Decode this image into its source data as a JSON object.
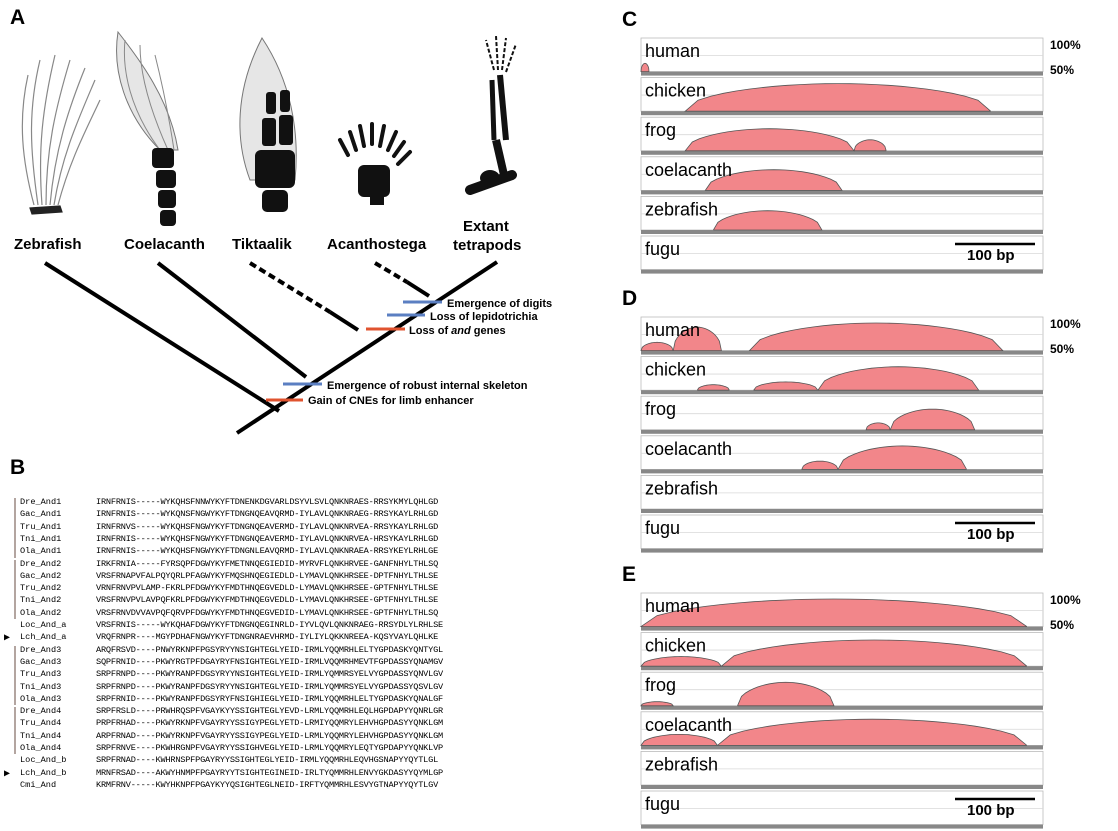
{
  "panels": {
    "A": "A",
    "B": "B",
    "C": "C",
    "D": "D",
    "E": "E"
  },
  "taxa": {
    "zebrafish": "Zebrafish",
    "coelacanth": "Coelacanth",
    "tiktaalik": "Tiktaalik",
    "acanthostega": "Acanthostega",
    "extant1": "Extant",
    "extant2": "tetrapods"
  },
  "events": {
    "digits": "Emergence of digits",
    "lepido": "Loss of lepidotrichia",
    "and_pre": "Loss of ",
    "and_it": "and",
    "and_post": " genes",
    "skeleton": "Emergence of robust internal skeleton",
    "cne": "Gain of CNEs for limb enhancer"
  },
  "colors": {
    "blue": "#5b7fc2",
    "red": "#e0532f",
    "pink": "#f2868a",
    "track": "#888888",
    "shade": "#555555"
  },
  "vista": {
    "pct100": "100%",
    "pct50": "50%",
    "scale": "100 bp",
    "species": [
      "human",
      "chicken",
      "frog",
      "coelacanth",
      "zebrafish",
      "fugu"
    ]
  },
  "alignment": [
    {
      "name": "Dre_And1",
      "seq": "IRNFRNIS-----WYKQHSFNNWYKYFTDNENKDGVARLDSYVLSVLQNKNRAES-RRSYKMYLQHLGD",
      "group": 1
    },
    {
      "name": "Gac_And1",
      "seq": "IRNFRNIS-----WYKQNSFNGWYKYFTDNGNQEAVQRMD-IYLAVLQNKNRAEG-RRSYKAYLRHLGD",
      "group": 1
    },
    {
      "name": "Tru_And1",
      "seq": "IRNFRNVS-----WYKQHSFNGWYKYFTDNGNQEAVERMD-IYLAVLQNKNRVEA-RRSYKAYLRHLGD",
      "group": 1
    },
    {
      "name": "Tni_And1",
      "seq": "IRNFRNIS-----WYKQHSFNGWYKYFTDNGNQEAVERMD-IYLAVLQNKNRVEA-HRSYKAYLRHLGD",
      "group": 1
    },
    {
      "name": "Ola_And1",
      "seq": "IRNFRNIS-----WYKQHSFNGWYKYFTDNGNLEAVQRMD-IYLAVLQNKNRAEA-RRSYKEYLRHLGE",
      "group": 1
    },
    {
      "name": "Dre_And2",
      "seq": "IRKFRNIA-----FYRSQPFDGWYKYFMETNNQEGIEDID-MYRVFLQNKHRVEE-GANFNHYLTHLSQ",
      "group": 2
    },
    {
      "name": "Gac_And2",
      "seq": "VRSFRNAPVFALPQYQRLPFAGWYKYFMQSHNQEGIEDLD-LYMAVLQNKHRSEE-DPTFNHYLTHLSE",
      "group": 2
    },
    {
      "name": "Tru_And2",
      "seq": "VRNFRNVPVLAMP-FKRLPFDGWYKYFMDTHNQEGVEDLD-LYMAVLQNKHRSEE-GPTFNHYLTHLSE",
      "group": 2
    },
    {
      "name": "Tni_And2",
      "seq": "VRSFRNVPVLAVPQFKRLPFDGWYKYFMDTHNQEGVEDLD-LYMAVLQNKHRSEE-GPTFNHYLTHLSE",
      "group": 2
    },
    {
      "name": "Ola_And2",
      "seq": "VRSFRNVDVVAVPQFQRVPFDGWYKYFMDTHNQEGVEDID-LYMAVLQNKHRSEE-GPTFNHYLTHLSQ",
      "group": 2
    },
    {
      "name": "Loc_And_a",
      "seq": "VRSFRNIS-----WYKQHAFDGWYKYFTDNGNQEGINRLD-IYVLQVLQNKNRAEG-RRSYDLYLRHLSE",
      "group": 0
    },
    {
      "name": "Lch_And_a",
      "seq": "VRQFRNPR----MGYPDHAFNGWYKYFTDNGNRAEVHRMD-IYLIYLQKKNREEA-KQSYVAYLQHLKE",
      "group": 0,
      "arrow": true
    },
    {
      "name": "Dre_And3",
      "seq": "ARQFRSVD----PNWYRKNPFPGSYRYYNSIGHTEGLYEID-IRMLYQQMRHLELTYGPDASKYQNTYGL",
      "group": 3
    },
    {
      "name": "Gac_And3",
      "seq": "SQPFRNID----PKWYRGTPFDGAYRYFNSIGHTEGLYEID-IRMLVQQMRHMEVTFGPDASSYQNAMGV",
      "group": 3
    },
    {
      "name": "Tru_And3",
      "seq": "SRPFRNPD----PKWYRANPFDGSYRYYNSIGHTEGLYEID-IRMLYQMMRSYELVYGPDASSYQNVLGV",
      "group": 3
    },
    {
      "name": "Tni_And3",
      "seq": "SRPFRNPD----PKWYRANPFDGSYRYYNSIGHTEGLYEID-IRMLYQMMRSYELVYGPDASSYQSVLGV",
      "group": 3
    },
    {
      "name": "Ola_And3",
      "seq": "SRPFRNID----PKWYRANPFDGSYRYFNSIGHIEGLYEID-IRMLYQQMRHLELTYGPDASKYQNALGF",
      "group": 3
    },
    {
      "name": "Dre_And4",
      "seq": "SRPFRSLD----PRWHRQSPFVGAYKYYSSIGHTEGLYEVD-LRMLYQQMRHLEQLHGPDAPYYQNRLGR",
      "group": 4
    },
    {
      "name": "Tru_And4",
      "seq": "PRPFRHAD----PKWYRKNPFVGAYRYYSSIGYPEGLYETD-LRMIYQQMRYLEHVHGPDASYYQNKLGM",
      "group": 4
    },
    {
      "name": "Tni_And4",
      "seq": "ARPFRNAD----PKWYRKNPFVGAYRYYSSIGYPEGLYEID-LRMLYQQMRYLEHVHGPDASYYQNKLGM",
      "group": 4
    },
    {
      "name": "Ola_And4",
      "seq": "SRPFRNVE----PKWHRGNPFVGAYRYYSSIGHVEGLYEID-LRMLYQQMRYLEQTYGPDAPYYQNKLVP",
      "group": 4
    },
    {
      "name": "Loc_And_b",
      "seq": "SRPFRNAD----KWHRNSPFPGAYRYYSSIGHTEGLYEID-IRMLYQQMRHLEQVHGSNAPYYQYTLGL",
      "group": 0
    },
    {
      "name": "Lch_And_b",
      "seq": "MRNFRSAD----AKWYHNMPFPGAYRYYTSIGHTEGINEID-IRLTYQMMRHLENVYGKDASYYQYMLGP",
      "group": 0,
      "arrow": true
    },
    {
      "name": "Cmi_And",
      "seq": "KRMFRNV-----KWYHKNPFPGAYKYYQSIGHTEGLNEID-IRFTYQMMRHLESVYGTNAPYYQYTLGV",
      "group": 0
    }
  ]
}
